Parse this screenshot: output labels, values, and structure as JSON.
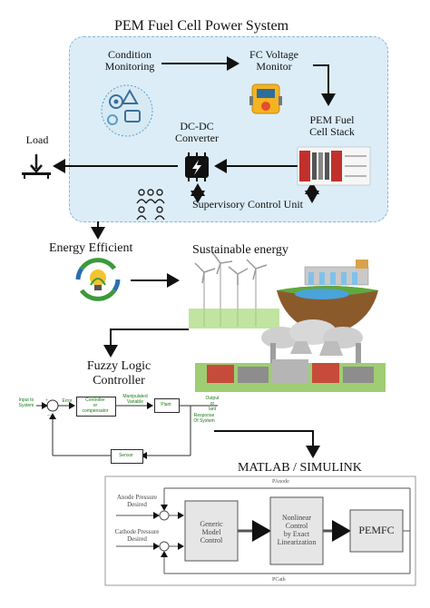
{
  "title": "PEM Fuel Cell Power System",
  "top_panel": {
    "condition_monitoring": "Condition\nMonitoring",
    "fc_voltage_monitor": "FC Voltage\nMonitor",
    "pem_stack": "PEM Fuel\nCell Stack",
    "dcdc": "DC-DC\nConverter",
    "supervisory": "Supervisory Control Unit",
    "load": "Load"
  },
  "middle": {
    "energy_efficient": "Energy Efficient",
    "sustainable_energy": "Sustainable energy",
    "fuzzy_logic": "Fuzzy Logic\nController"
  },
  "fuzzy_diagram": {
    "input": "Input to\nSystem",
    "error": "Error",
    "controller": "Controller\nor\ncompensator",
    "manipulated": "Manipulated\nVariable",
    "plant": "Plant",
    "output": "Output\nor\nlant",
    "response": "Response\nOf System",
    "sensor": "Sensor"
  },
  "matlab": {
    "title": "MATLAB / SIMULINK",
    "anode": "Anode Pressure\nDesired",
    "cathode": "Cathode Pressure\nDesired",
    "generic": "Generic\nModel\nControl",
    "nonlinear": "Nonlinear\nControl\nby Exact\nLinearization",
    "pemfc": "PEMFC",
    "p_anode": "PAnode",
    "p_cath": "PCath"
  }
}
